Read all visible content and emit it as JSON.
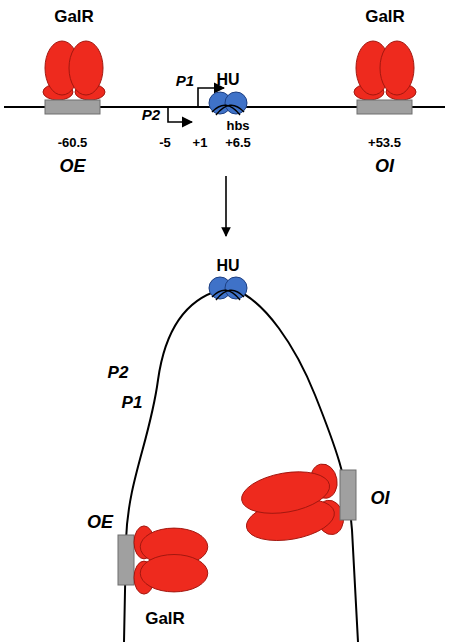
{
  "diagram": {
    "nodes": [
      {
        "text": [
          "GalR"
        ]
      },
      {
        "text": [
          "GalR"
        ]
      },
      {
        "text": [
          "HU"
        ]
      },
      {
        "text": [
          "-60.5",
          "OE"
        ]
      },
      {
        "text": [
          "+53.5",
          "OI"
        ]
      },
      {
        "text": [
          "HU"
        ]
      },
      {
        "text": [
          "OE"
        ]
      },
      {
        "text": [
          "OI"
        ]
      },
      {
        "text": [
          "GalR"
        ]
      }
    ],
    "labels": [
      "P1",
      "P2",
      "hbs",
      "-5",
      "+1",
      "+6.5",
      "P2",
      "P1"
    ]
  }
}
